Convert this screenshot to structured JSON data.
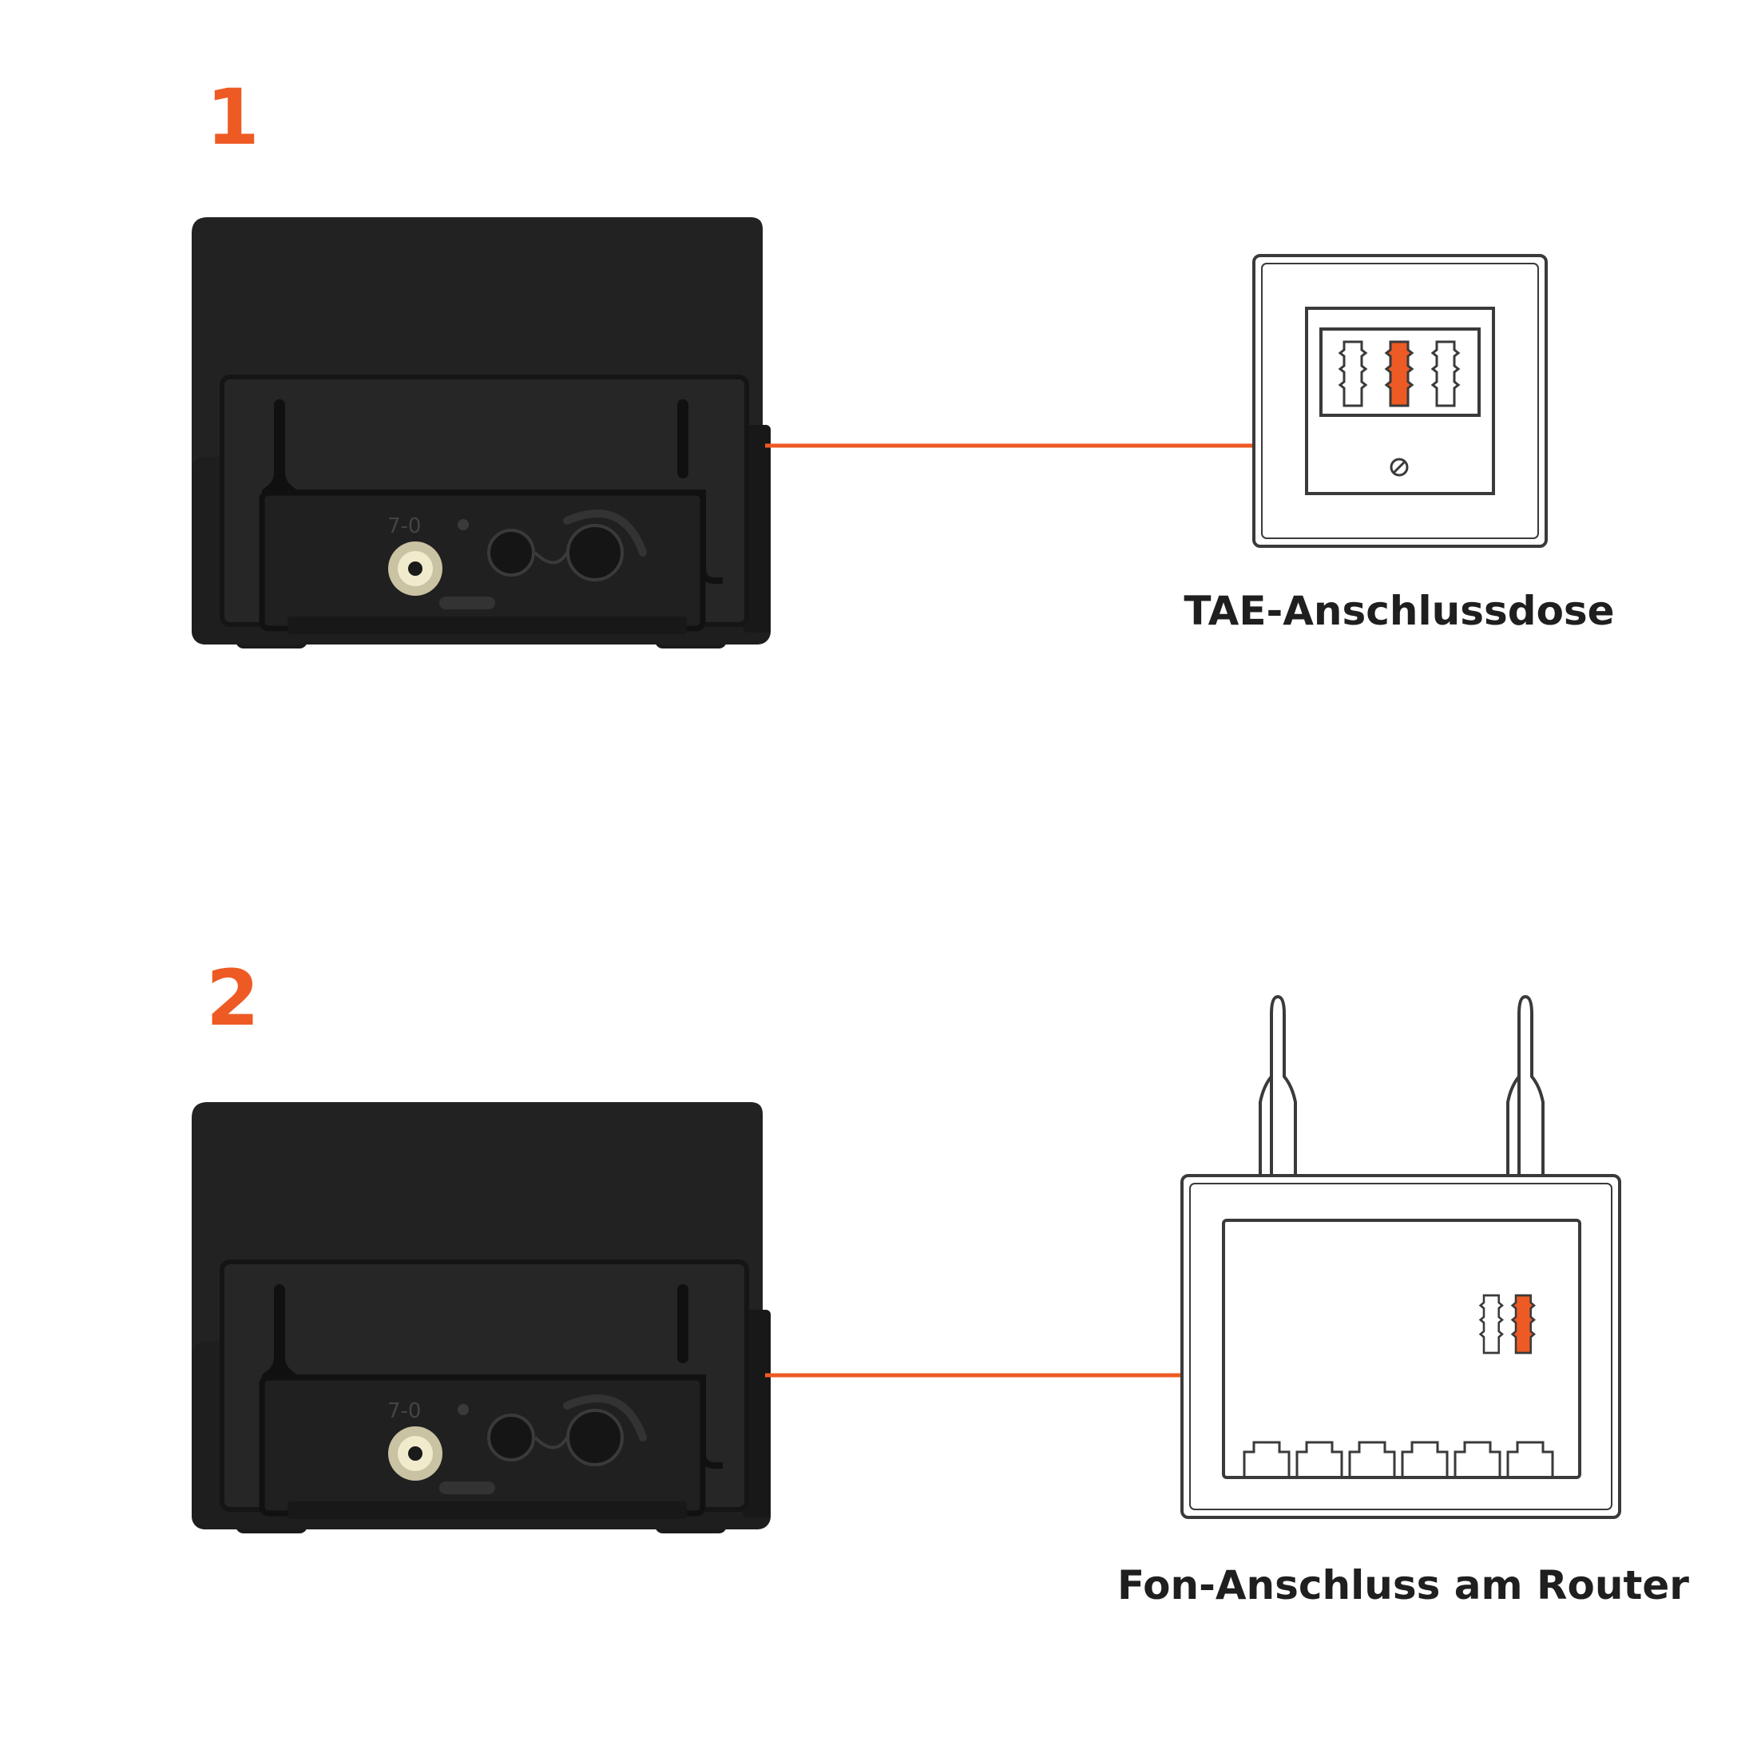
{
  "colors": {
    "accent": "#ee5a24",
    "device_body": "#1f1f1f",
    "device_shade": "#2b2b2b",
    "outline": "#3a3a3a",
    "text": "#1f1f1f"
  },
  "steps": [
    {
      "number": "1",
      "target": "tae-socket",
      "caption": "TAE-Anschlussdose"
    },
    {
      "number": "2",
      "target": "router",
      "caption": "Fon-Anschluss am Router"
    }
  ]
}
